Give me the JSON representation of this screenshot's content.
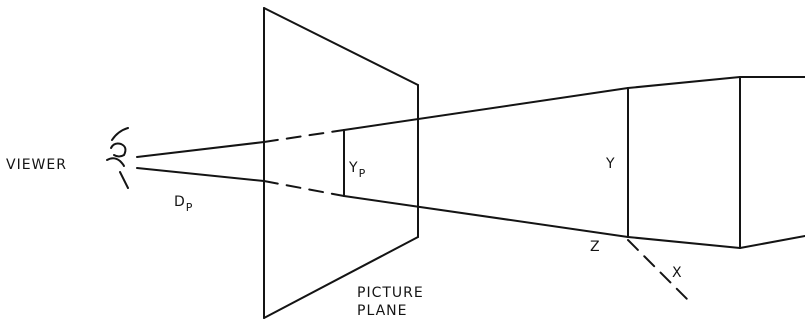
{
  "diagram": {
    "labels": {
      "viewer": "VIEWER",
      "dp": "D",
      "dp_sub": "P",
      "yp": "Y",
      "yp_sub": "P",
      "y": "Y",
      "z": "Z",
      "x": "X",
      "picture_line1": "PICTURE",
      "picture_line2": "PLANE"
    }
  }
}
